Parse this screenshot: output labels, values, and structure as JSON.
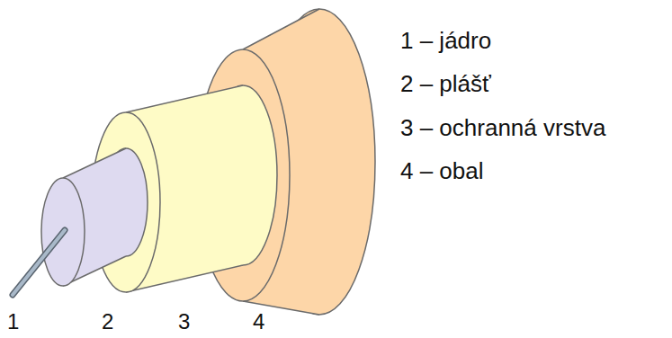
{
  "diagram": {
    "labels": [
      "1",
      "2",
      "3",
      "4",
      "1 – jádro",
      "2 – plášť",
      "3 – ochranná vrstva",
      "4 – obal"
    ]
  }
}
